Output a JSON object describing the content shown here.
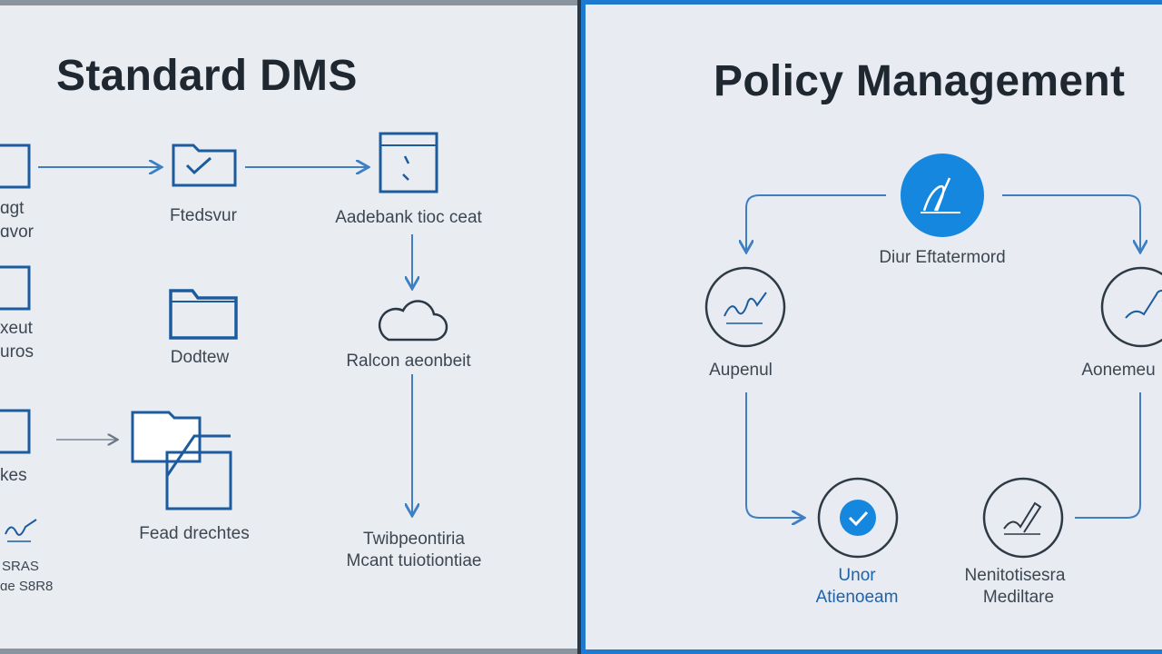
{
  "left_panel": {
    "title": "Standard DMS",
    "labels": {
      "edge_1a": "ɑgt",
      "edge_1b": "ɑvor",
      "edge_2a": "xeut",
      "edge_2b": "uros",
      "edge_3": "kes",
      "edge_4a": "SRAS",
      "edge_4b": "ɑe S8R8",
      "node_1": "Ftedsvur",
      "node_2": "Aadebank tioc ceat",
      "node_3": "Dodtew",
      "node_4": "Ralcon aeonbeit",
      "node_5": "Fead drechtes",
      "node_6a": "Twibpeontiria",
      "node_6b": "Mcant tuiotiontiae"
    }
  },
  "right_panel": {
    "title": "Policy Management",
    "labels": {
      "top": "Diur Eftatermord",
      "left": "Aupenul",
      "right": "Aonemeu",
      "bottom_left_a": "Unor",
      "bottom_left_b": "Atienoeam",
      "bottom_right_a": "Nenitotisesra",
      "bottom_right_b": "Mediltare"
    }
  },
  "colors": {
    "accent": "#1e7ad0",
    "icon_stroke": "#1c5c9e",
    "circle_stroke": "#2d3a45",
    "connector": "#3e7fc4"
  },
  "icons": [
    "document-icon",
    "folder-check-icon",
    "calendar-icon",
    "folder-icon",
    "cloud-icon",
    "folder-stack-icon",
    "signature-icon",
    "pen-icon",
    "check-icon"
  ]
}
